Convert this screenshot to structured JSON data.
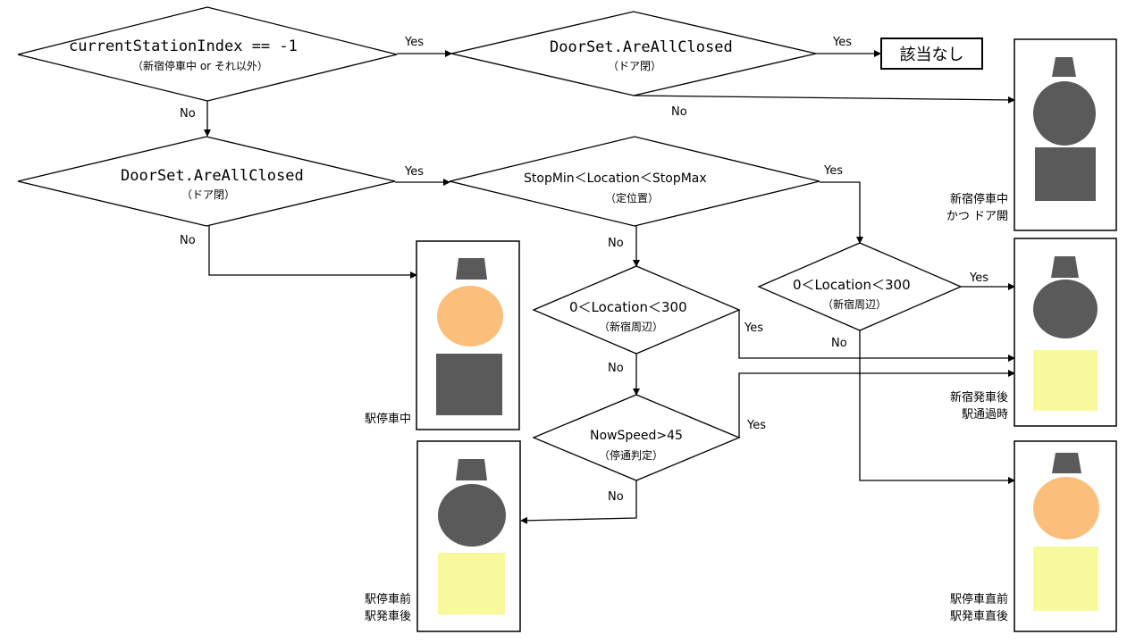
{
  "decisions": {
    "d1": {
      "main": "currentStationIndex == -1",
      "sub": "（新宿停車中 or それ以外）"
    },
    "d2": {
      "main": "DoorSet.AreAllClosed",
      "sub": "（ドア閉）"
    },
    "d3": {
      "main": "DoorSet.AreAllClosed",
      "sub": "（ドア閉）"
    },
    "d4": {
      "main": "StopMin＜Location＜StopMax",
      "sub": "（定位置）"
    },
    "d5": {
      "main": "0＜Location＜300",
      "sub": "（新宿周辺）"
    },
    "d6": {
      "main": "0＜Location＜300",
      "sub": "（新宿周辺）"
    },
    "d7": {
      "main": "NowSpeed>45",
      "sub": "（停通判定）"
    }
  },
  "edge_labels": {
    "yes": "Yes",
    "no": "No"
  },
  "no_result": "該当なし",
  "signals": {
    "s1": {
      "caption": [
        "新宿停車中",
        "かつ ドア開"
      ],
      "lamps": {
        "top": "#5a5a5a",
        "circle": "#5a5a5a",
        "square": "#5a5a5a"
      }
    },
    "s2": {
      "caption": [
        "駅停車中"
      ],
      "lamps": {
        "top": "#5a5a5a",
        "circle": "#fbbe7b",
        "square": "#5a5a5a"
      }
    },
    "s3": {
      "caption": [
        "新宿発車後",
        "駅通過時"
      ],
      "lamps": {
        "top": "#5a5a5a",
        "circle": "#5a5a5a",
        "square": "#f8f99d"
      }
    },
    "s4": {
      "caption": [
        "駅停車前",
        "駅発車後"
      ],
      "lamps": {
        "top": "#5a5a5a",
        "circle": "#5a5a5a",
        "square": "#f8f99d"
      }
    },
    "s5": {
      "caption": [
        "駅停車直前",
        "駅発車直後"
      ],
      "lamps": {
        "top": "#5a5a5a",
        "circle": "#fbbe7b",
        "square": "#f8f99d"
      }
    }
  }
}
